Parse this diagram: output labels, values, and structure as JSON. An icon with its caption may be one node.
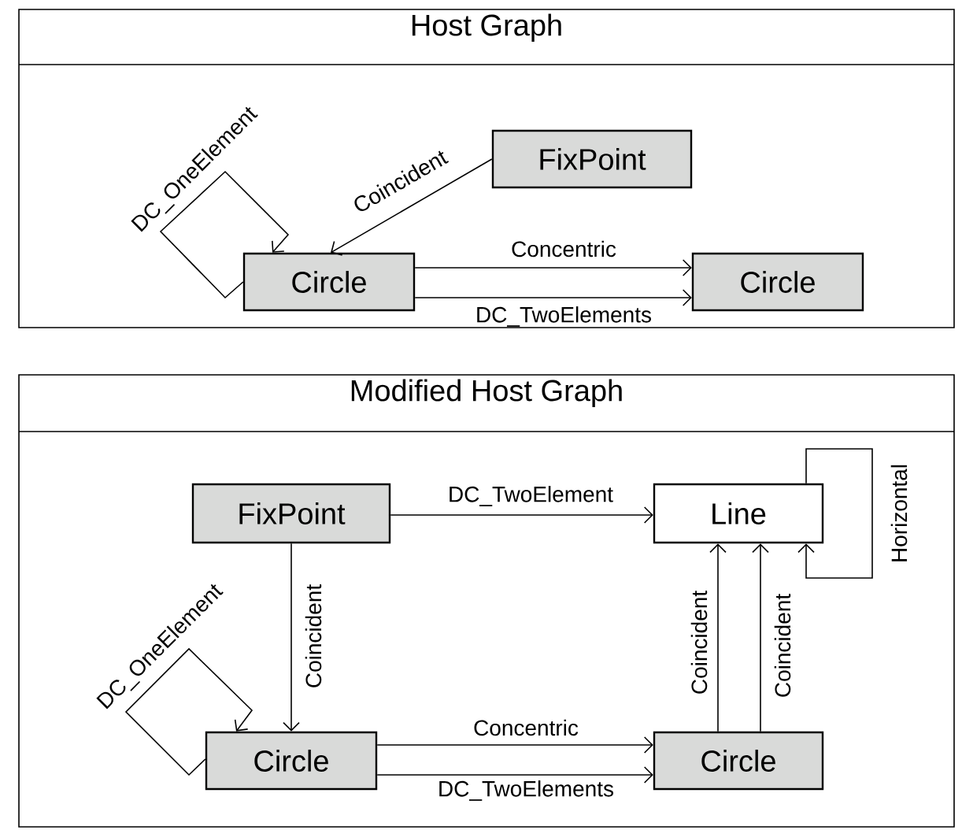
{
  "diagram": {
    "nodes": [
      {
        "text": [
          "Host Graph"
        ]
      },
      {
        "text": [
          "FixPoint"
        ],
        "in": 0
      },
      {
        "text": [
          "Circle"
        ],
        "in": 0
      },
      {
        "text": [
          "Circle"
        ],
        "in": 0
      },
      {
        "text": [
          "Modified Host Graph"
        ]
      },
      {
        "text": [
          "FixPoint"
        ],
        "in": 4
      },
      {
        "text": [
          "Line"
        ],
        "in": 4
      },
      {
        "text": [
          "Circle"
        ],
        "in": 4
      },
      {
        "text": [
          "Circle"
        ],
        "in": 4
      }
    ],
    "edges": [
      {
        "from": 2,
        "to": 2,
        "arrow": "to",
        "label": "DC_OneElement"
      },
      {
        "from": 1,
        "to": 2,
        "arrow": "to",
        "label": "Coincident"
      },
      {
        "from": 2,
        "to": 3,
        "arrow": "to",
        "label": "Concentric"
      },
      {
        "from": 2,
        "to": 3,
        "arrow": "to",
        "label": "DC_TwoElements"
      },
      {
        "from": 7,
        "to": 7,
        "arrow": "to",
        "label": "DC_OneElement"
      },
      {
        "from": 5,
        "to": 6,
        "arrow": "to",
        "label": "DC_TwoElement"
      },
      {
        "from": 5,
        "to": 7,
        "arrow": "to",
        "label": "Coincident"
      },
      {
        "from": 7,
        "to": 8,
        "arrow": "to",
        "label": "Concentric"
      },
      {
        "from": 7,
        "to": 8,
        "arrow": "to",
        "label": "DC_TwoElements"
      },
      {
        "from": 8,
        "to": 6,
        "arrow": "to",
        "label": "Coincident"
      },
      {
        "from": 8,
        "to": 6,
        "arrow": "to",
        "label": "Coincident"
      },
      {
        "from": 6,
        "to": 6,
        "arrow": "to",
        "label": "Horizontal"
      }
    ]
  }
}
